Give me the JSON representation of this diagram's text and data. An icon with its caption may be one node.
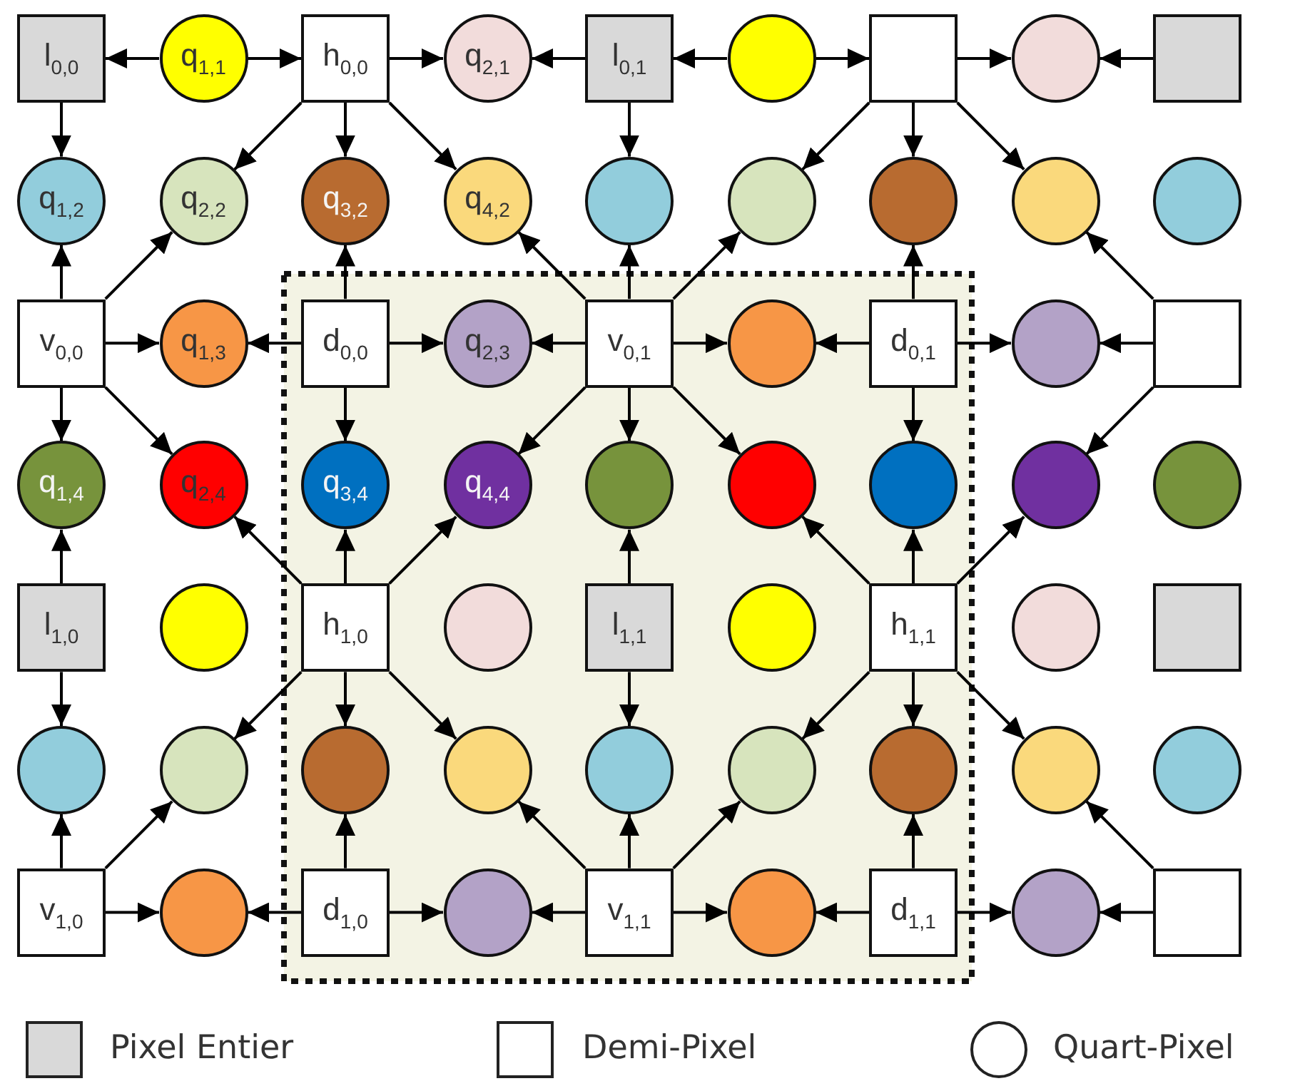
{
  "diagram": {
    "nodes": [
      {
        "text": [],
        "shape": "box"
      },
      {
        "text": [
          "l$_{0,0}$"
        ]
      },
      {
        "text": [
          "q$_{1,1}$"
        ]
      },
      {
        "text": [
          "h$_{0,0}$"
        ]
      },
      {
        "text": [
          "q$_{2,1}$"
        ]
      },
      {
        "text": [
          "l$_{0,1}$"
        ]
      },
      {
        "text": [],
        "shape": "circle"
      },
      {
        "text": [],
        "shape": "box"
      },
      {
        "text": [],
        "shape": "circle"
      },
      {
        "text": [],
        "shape": "box"
      },
      {
        "text": [
          "q$_{1,2}$"
        ]
      },
      {
        "text": [
          "q$_{2,2}$"
        ]
      },
      {
        "text": [
          "q$_{3,2}$"
        ]
      },
      {
        "text": [
          "q$_{4,2}$"
        ]
      },
      {
        "text": [],
        "shape": "circle"
      },
      {
        "text": [],
        "shape": "circle"
      },
      {
        "text": [],
        "shape": "circle"
      },
      {
        "text": [],
        "shape": "circle"
      },
      {
        "text": [],
        "shape": "circle"
      },
      {
        "text": [
          "v$_{0,0}$"
        ]
      },
      {
        "text": [
          "q$_{1,3}$"
        ]
      },
      {
        "text": [
          "d$_{0,0}$"
        ],
        "in": 0
      },
      {
        "text": [
          "q$_{2,3}$"
        ],
        "in": 0
      },
      {
        "text": [
          "v$_{0,1}$"
        ],
        "in": 0
      },
      {
        "text": [],
        "shape": "circle",
        "in": 0
      },
      {
        "text": [
          "d$_{0,1}$"
        ],
        "in": 0
      },
      {
        "text": [],
        "shape": "circle"
      },
      {
        "text": [],
        "shape": "box"
      },
      {
        "text": [
          "q$_{1,4}$"
        ]
      },
      {
        "text": [
          "q$_{2,4}$"
        ]
      },
      {
        "text": [
          "q$_{3,4}$"
        ],
        "in": 0
      },
      {
        "text": [
          "q$_{4,4}$"
        ],
        "in": 0
      },
      {
        "text": [],
        "shape": "circle",
        "in": 0
      },
      {
        "text": [],
        "shape": "circle",
        "in": 0
      },
      {
        "text": [],
        "shape": "circle",
        "in": 0
      },
      {
        "text": [],
        "shape": "circle"
      },
      {
        "text": [],
        "shape": "circle"
      },
      {
        "text": [
          "l$_{1,0}$"
        ]
      },
      {
        "text": [],
        "shape": "circle"
      },
      {
        "text": [
          "h$_{1,0}$"
        ],
        "in": 0
      },
      {
        "text": [],
        "shape": "circle",
        "in": 0
      },
      {
        "text": [
          "l$_{1,1}$"
        ],
        "in": 0
      },
      {
        "text": [],
        "shape": "circle",
        "in": 0
      },
      {
        "text": [
          "h$_{1,1}$"
        ],
        "in": 0
      },
      {
        "text": [],
        "shape": "circle"
      },
      {
        "text": [],
        "shape": "box"
      },
      {
        "text": [],
        "shape": "circle"
      },
      {
        "text": [],
        "shape": "circle"
      },
      {
        "text": [],
        "shape": "circle",
        "in": 0
      },
      {
        "text": [],
        "shape": "circle",
        "in": 0
      },
      {
        "text": [],
        "shape": "circle",
        "in": 0
      },
      {
        "text": [],
        "shape": "circle",
        "in": 0
      },
      {
        "text": [],
        "shape": "circle",
        "in": 0
      },
      {
        "text": [],
        "shape": "circle"
      },
      {
        "text": [],
        "shape": "circle"
      },
      {
        "text": [
          "v$_{1,0}$"
        ]
      },
      {
        "text": [],
        "shape": "circle"
      },
      {
        "text": [
          "d$_{1,0}$"
        ],
        "in": 0
      },
      {
        "text": [],
        "shape": "circle",
        "in": 0
      },
      {
        "text": [
          "v$_{1,1}$"
        ],
        "in": 0
      },
      {
        "text": [],
        "shape": "circle",
        "in": 0
      },
      {
        "text": [
          "d$_{1,1}$"
        ],
        "in": 0
      },
      {
        "text": [],
        "shape": "circle"
      },
      {
        "text": [],
        "shape": "box"
      }
    ],
    "edges": [
      {
        "from": 2,
        "to": 1,
        "arrow": "to"
      },
      {
        "from": 2,
        "to": 3,
        "arrow": "to"
      },
      {
        "from": 3,
        "to": 4,
        "arrow": "to"
      },
      {
        "from": 5,
        "to": 4,
        "arrow": "to"
      },
      {
        "from": 6,
        "to": 5,
        "arrow": "to"
      },
      {
        "from": 6,
        "to": 7,
        "arrow": "to"
      },
      {
        "from": 7,
        "to": 8,
        "arrow": "to"
      },
      {
        "from": 9,
        "to": 8,
        "arrow": "to"
      },
      {
        "from": 1,
        "to": 10,
        "arrow": "to"
      },
      {
        "from": 3,
        "to": 11,
        "arrow": "to"
      },
      {
        "from": 3,
        "to": 12,
        "arrow": "to"
      },
      {
        "from": 3,
        "to": 13,
        "arrow": "to"
      },
      {
        "from": 5,
        "to": 14,
        "arrow": "to"
      },
      {
        "from": 7,
        "to": 15,
        "arrow": "to"
      },
      {
        "from": 7,
        "to": 16,
        "arrow": "to"
      },
      {
        "from": 7,
        "to": 17,
        "arrow": "to"
      },
      {
        "from": 19,
        "to": 10,
        "arrow": "to"
      },
      {
        "from": 19,
        "to": 11,
        "arrow": "to"
      },
      {
        "from": 19,
        "to": 20,
        "arrow": "to"
      },
      {
        "from": 19,
        "to": 28,
        "arrow": "to"
      },
      {
        "from": 19,
        "to": 29,
        "arrow": "to"
      },
      {
        "from": 21,
        "to": 12,
        "arrow": "to"
      },
      {
        "from": 21,
        "to": 20,
        "arrow": "to"
      },
      {
        "from": 21,
        "to": 22,
        "arrow": "to"
      },
      {
        "from": 21,
        "to": 30,
        "arrow": "to"
      },
      {
        "from": 23,
        "to": 13,
        "arrow": "to"
      },
      {
        "from": 23,
        "to": 14,
        "arrow": "to"
      },
      {
        "from": 23,
        "to": 15,
        "arrow": "to"
      },
      {
        "from": 23,
        "to": 22,
        "arrow": "to"
      },
      {
        "from": 23,
        "to": 24,
        "arrow": "to"
      },
      {
        "from": 23,
        "to": 31,
        "arrow": "to"
      },
      {
        "from": 23,
        "to": 32,
        "arrow": "to"
      },
      {
        "from": 23,
        "to": 33,
        "arrow": "to"
      },
      {
        "from": 25,
        "to": 16,
        "arrow": "to"
      },
      {
        "from": 25,
        "to": 24,
        "arrow": "to"
      },
      {
        "from": 25,
        "to": 26,
        "arrow": "to"
      },
      {
        "from": 25,
        "to": 34,
        "arrow": "to"
      },
      {
        "from": 27,
        "to": 17,
        "arrow": "to"
      },
      {
        "from": 27,
        "to": 26,
        "arrow": "to"
      },
      {
        "from": 27,
        "to": 35,
        "arrow": "to"
      },
      {
        "from": 37,
        "to": 28,
        "arrow": "to"
      },
      {
        "from": 37,
        "to": 46,
        "arrow": "to"
      },
      {
        "from": 39,
        "to": 29,
        "arrow": "to"
      },
      {
        "from": 39,
        "to": 30,
        "arrow": "to"
      },
      {
        "from": 39,
        "to": 31,
        "arrow": "to"
      },
      {
        "from": 39,
        "to": 47,
        "arrow": "to"
      },
      {
        "from": 39,
        "to": 48,
        "arrow": "to"
      },
      {
        "from": 39,
        "to": 49,
        "arrow": "to"
      },
      {
        "from": 41,
        "to": 32,
        "arrow": "to"
      },
      {
        "from": 41,
        "to": 50,
        "arrow": "to"
      },
      {
        "from": 43,
        "to": 33,
        "arrow": "to"
      },
      {
        "from": 43,
        "to": 34,
        "arrow": "to"
      },
      {
        "from": 43,
        "to": 35,
        "arrow": "to"
      },
      {
        "from": 43,
        "to": 51,
        "arrow": "to"
      },
      {
        "from": 43,
        "to": 52,
        "arrow": "to"
      },
      {
        "from": 43,
        "to": 53,
        "arrow": "to"
      },
      {
        "from": 55,
        "to": 46,
        "arrow": "to"
      },
      {
        "from": 55,
        "to": 47,
        "arrow": "to"
      },
      {
        "from": 55,
        "to": 56,
        "arrow": "to"
      },
      {
        "from": 57,
        "to": 48,
        "arrow": "to"
      },
      {
        "from": 57,
        "to": 56,
        "arrow": "to"
      },
      {
        "from": 57,
        "to": 58,
        "arrow": "to"
      },
      {
        "from": 59,
        "to": 49,
        "arrow": "to"
      },
      {
        "from": 59,
        "to": 50,
        "arrow": "to"
      },
      {
        "from": 59,
        "to": 51,
        "arrow": "to"
      },
      {
        "from": 59,
        "to": 58,
        "arrow": "to"
      },
      {
        "from": 59,
        "to": 60,
        "arrow": "to"
      },
      {
        "from": 61,
        "to": 52,
        "arrow": "to"
      },
      {
        "from": 61,
        "to": 60,
        "arrow": "to"
      },
      {
        "from": 61,
        "to": 62,
        "arrow": "to"
      },
      {
        "from": 63,
        "to": 53,
        "arrow": "to"
      },
      {
        "from": 63,
        "to": 62,
        "arrow": "to"
      }
    ],
    "legend": [
      {
        "text": "Pixel Entier",
        "color": "#d9d9d9"
      },
      {
        "text": "Demi-Pixel",
        "color": "#ffffff"
      },
      {
        "text": "Quart-Pixel"
      }
    ]
  }
}
